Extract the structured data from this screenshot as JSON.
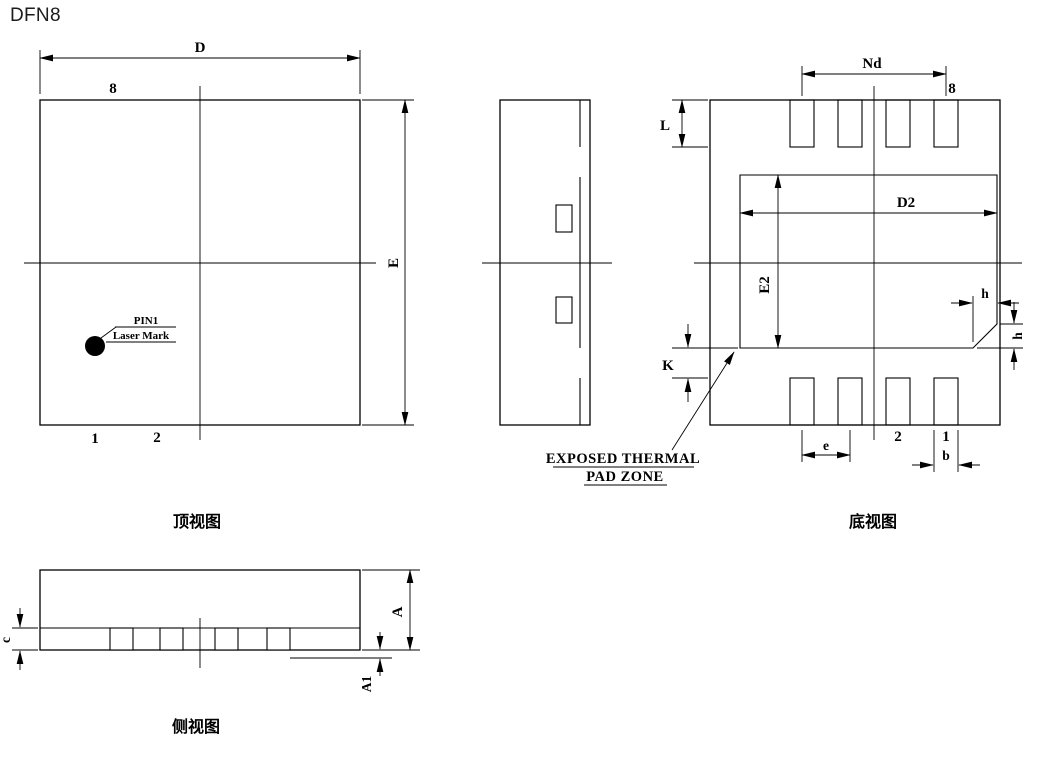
{
  "title": "DFN8",
  "top_view": {
    "caption": "顶视图",
    "dim_d": "D",
    "dim_e": "E",
    "pin8_label": "8",
    "pin1_label": "1",
    "pin2_label": "2",
    "pin1_mark_title": "PIN1",
    "pin1_mark_subtitle": "Laser Mark"
  },
  "bottom_view": {
    "caption": "底视图",
    "dim_nd": "Nd",
    "dim_l": "L",
    "dim_d2": "D2",
    "dim_e2": "E2",
    "dim_h_top": "h",
    "dim_h_side": "h",
    "dim_k": "K",
    "dim_e_pitch": "e",
    "dim_b": "b",
    "pin8_label": "8",
    "pin2_label": "2",
    "pin1_label": "1",
    "thermal_note_line1": "EXPOSED THERMAL",
    "thermal_note_line2": "PAD ZONE"
  },
  "side_view": {
    "caption": "侧视图",
    "dim_a": "A",
    "dim_a1": "A1",
    "dim_c": "c"
  }
}
